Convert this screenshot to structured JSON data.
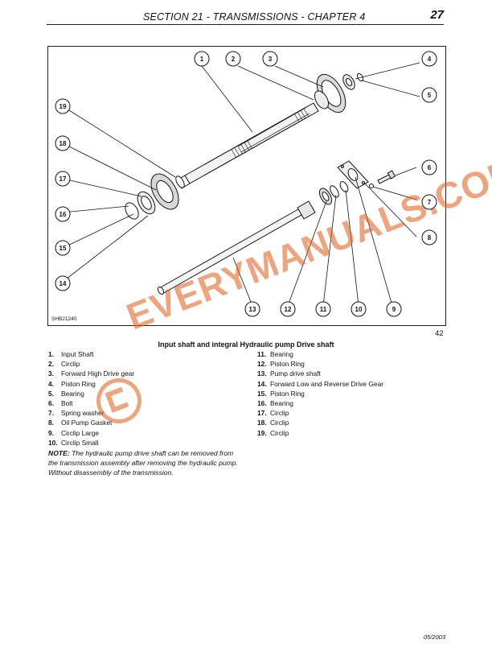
{
  "header": {
    "section_title": "SECTION 21 - TRANSMISSIONS - CHAPTER 4",
    "page_number": "27"
  },
  "figure": {
    "code": "SHB21240",
    "number": "42",
    "caption": "Input shaft and integral Hydraulic pump Drive shaft",
    "callouts": [
      "1",
      "2",
      "3",
      "4",
      "5",
      "6",
      "7",
      "8",
      "9",
      "10",
      "11",
      "12",
      "13",
      "14",
      "15",
      "16",
      "17",
      "18",
      "19"
    ]
  },
  "parts_left": [
    {
      "num": "1.",
      "label": "Input Shaft"
    },
    {
      "num": "2.",
      "label": "Circlip"
    },
    {
      "num": "3.",
      "label": "Forward High Drive gear"
    },
    {
      "num": "4.",
      "label": "Piston Ring"
    },
    {
      "num": "5.",
      "label": "Bearing"
    },
    {
      "num": "6.",
      "label": "Bolt"
    },
    {
      "num": "7.",
      "label": "Spring washer"
    },
    {
      "num": "8.",
      "label": "Oil Pump Gasket"
    },
    {
      "num": "9.",
      "label": "Circlip Large"
    },
    {
      "num": "10.",
      "label": "Circlip Small"
    }
  ],
  "parts_right": [
    {
      "num": "11.",
      "label": "Bearing"
    },
    {
      "num": "12.",
      "label": "Piston Ring"
    },
    {
      "num": "13.",
      "label": "Pump drive shaft"
    },
    {
      "num": "14.",
      "label": "Forward Low and Reverse Drive Gear"
    },
    {
      "num": "15.",
      "label": "Piston Ring"
    },
    {
      "num": "16.",
      "label": "Bearing"
    },
    {
      "num": "17.",
      "label": "Circlip"
    },
    {
      "num": "18.",
      "label": "Circlip"
    },
    {
      "num": "19.",
      "label": "Circlip"
    }
  ],
  "note": {
    "label": "NOTE:",
    "text": "The hydraulic pump drive shaft can be removed from the transmission assembly after removing the hydraulic pump. Without disassembly of the transmission."
  },
  "watermark": "EVERYMANUALS.COM",
  "footer": {
    "date": "05/2003"
  }
}
